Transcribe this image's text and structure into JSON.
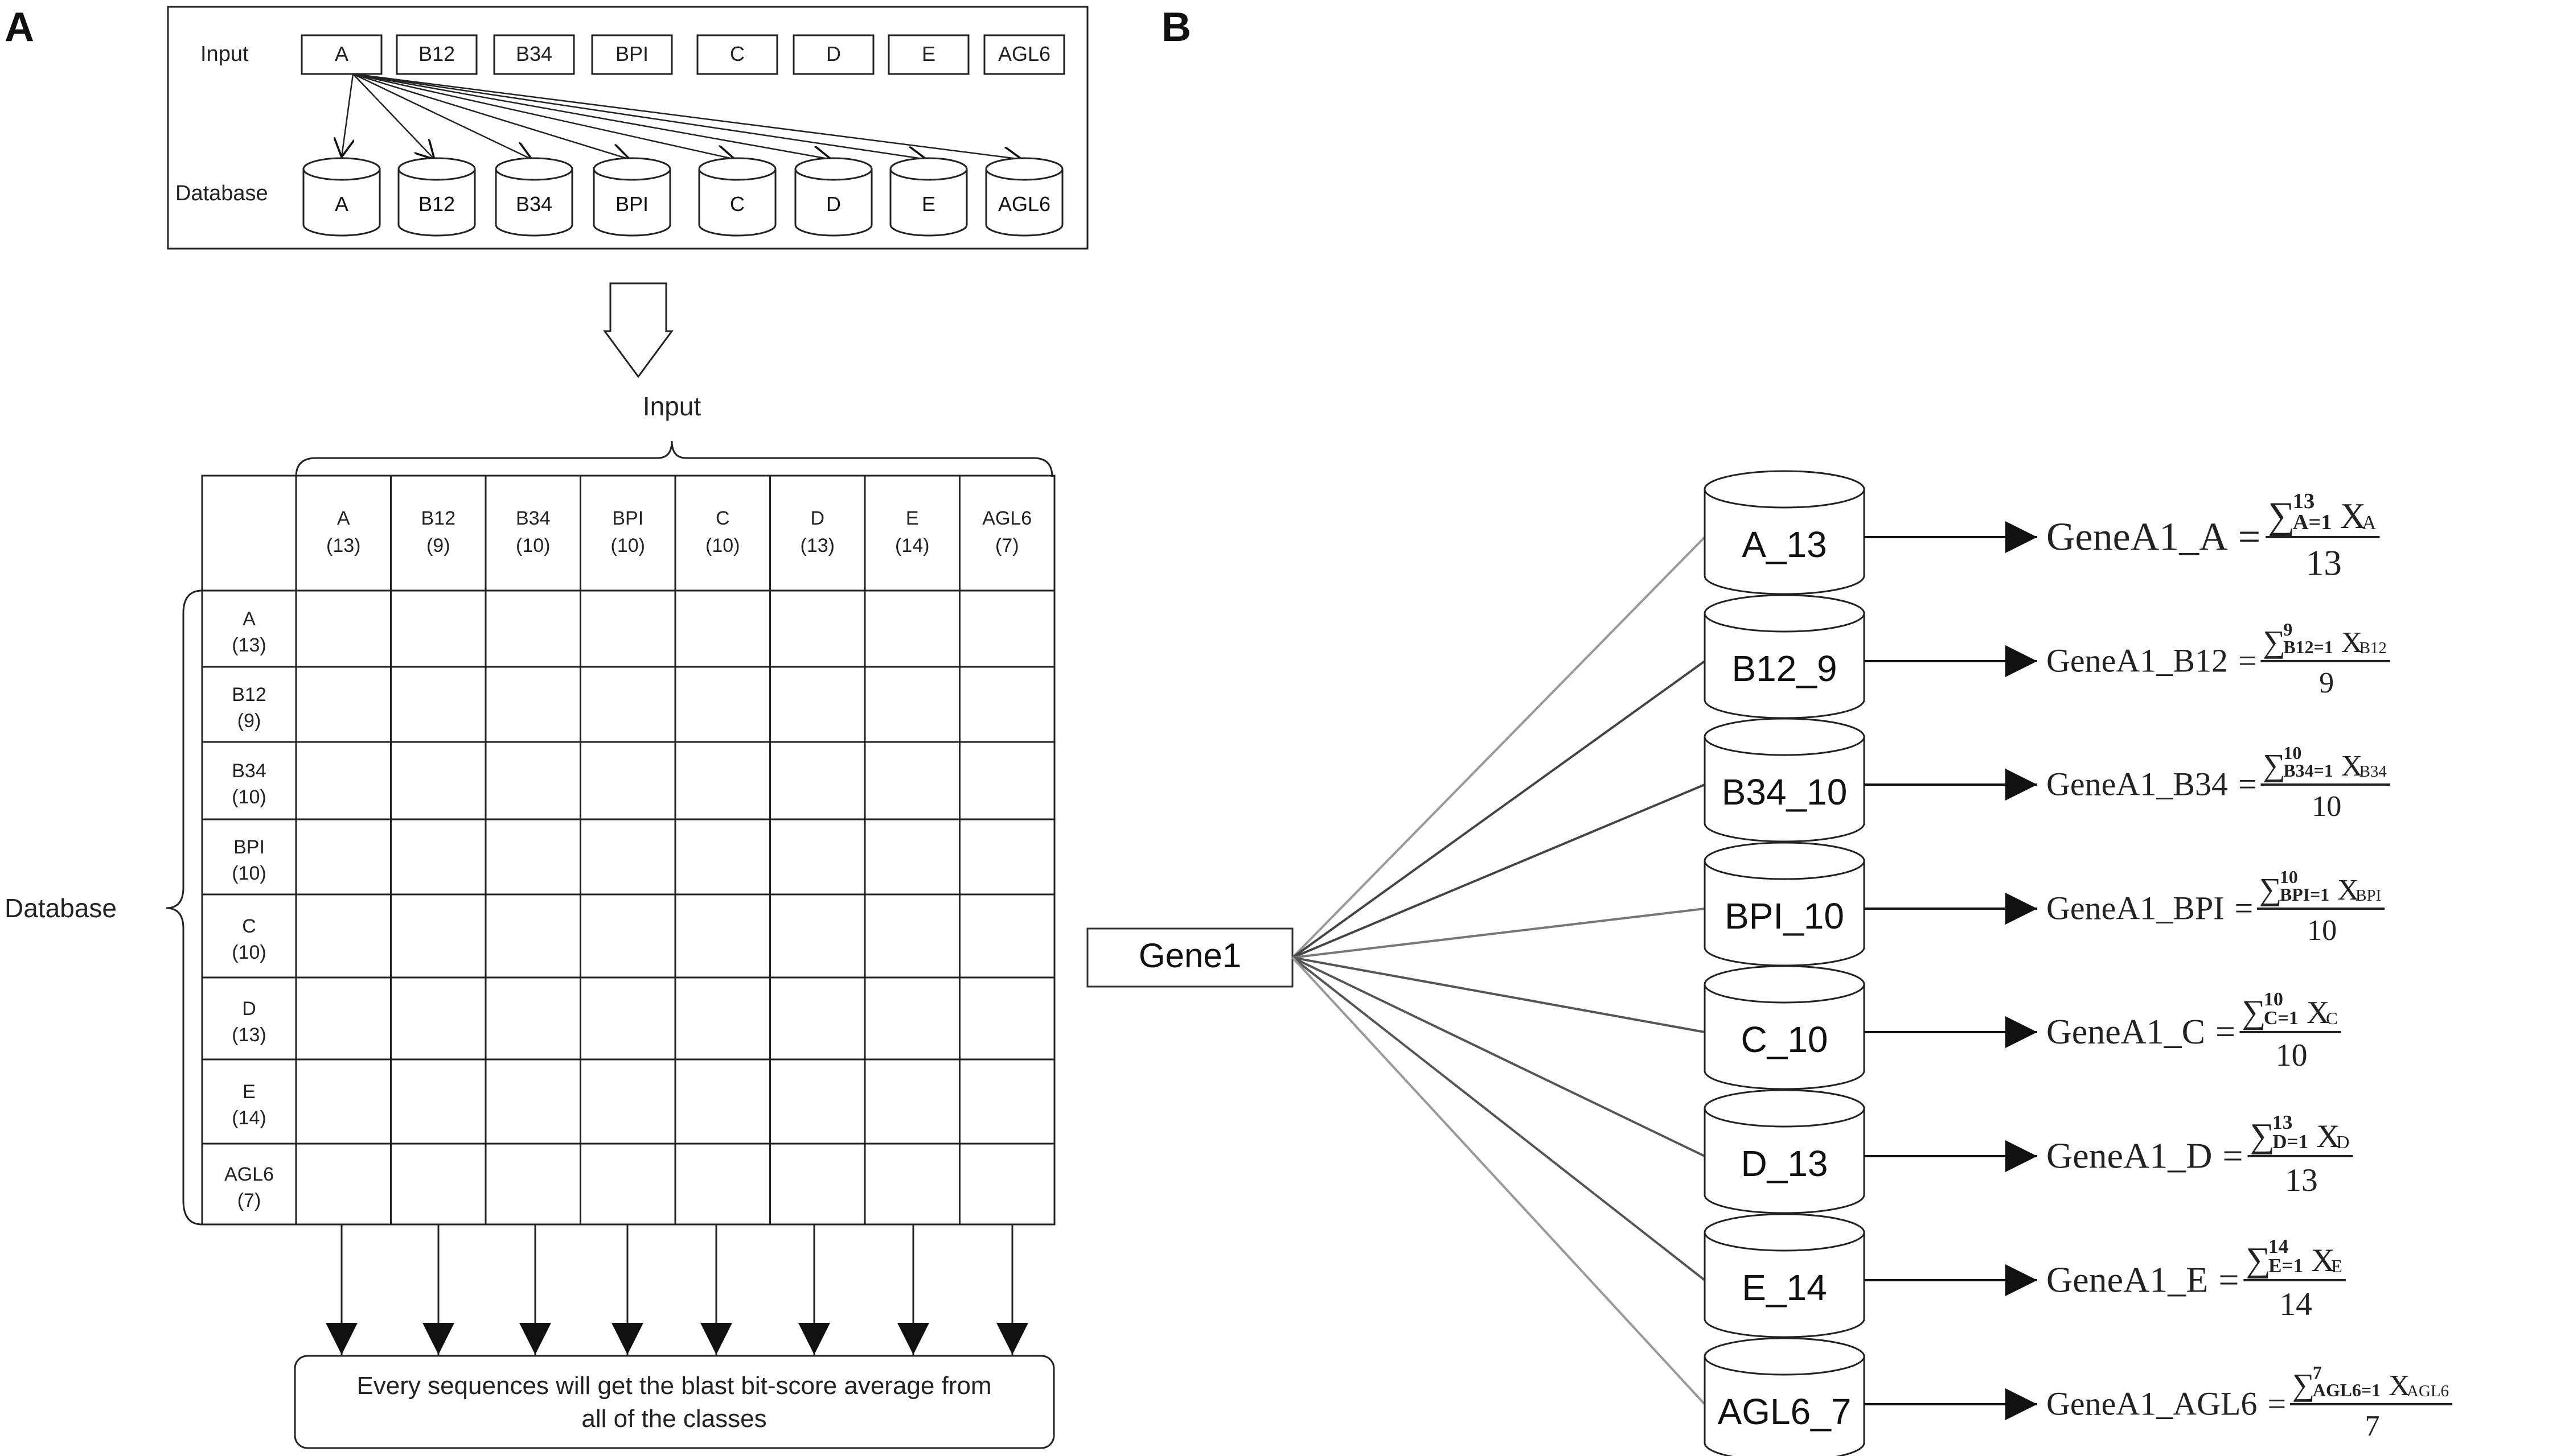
{
  "panels": {
    "a": "A",
    "b": "B"
  },
  "panel_a": {
    "top": {
      "input_label": "Input",
      "database_label": "Database",
      "classes": [
        "A",
        "B12",
        "B34",
        "BPI",
        "C",
        "D",
        "E",
        "AGL6"
      ]
    },
    "matrix": {
      "input_label": "Input",
      "database_label": "Database",
      "headers": [
        {
          "name": "A",
          "count": "(13)"
        },
        {
          "name": "B12",
          "count": "(9)"
        },
        {
          "name": "B34",
          "count": "(10)"
        },
        {
          "name": "BPI",
          "count": "(10)"
        },
        {
          "name": "C",
          "count": "(10)"
        },
        {
          "name": "D",
          "count": "(13)"
        },
        {
          "name": "E",
          "count": "(14)"
        },
        {
          "name": "AGL6",
          "count": "(7)"
        }
      ]
    },
    "summary": {
      "line1": "Every sequences will get the blast bit-score average from",
      "line2": "all of the classes"
    }
  },
  "panel_b": {
    "gene": "Gene1",
    "databases": [
      {
        "label": "A_13",
        "lhs": "GeneA1_A",
        "sub": "A=1",
        "sup": "13",
        "x": "X",
        "xsub": "A",
        "den": "13"
      },
      {
        "label": "B12_9",
        "lhs": "GeneA1_B12",
        "sub": "B12=1",
        "sup": "9",
        "x": "X",
        "xsub": "B12",
        "den": "9"
      },
      {
        "label": "B34_10",
        "lhs": "GeneA1_B34",
        "sub": "B34=1",
        "sup": "10",
        "x": "X",
        "xsub": "B34",
        "den": "10"
      },
      {
        "label": "BPI_10",
        "lhs": "GeneA1_BPI",
        "sub": "BPI=1",
        "sup": "10",
        "x": "X",
        "xsub": "BPI",
        "den": "10"
      },
      {
        "label": "C_10",
        "lhs": "GeneA1_C",
        "sub": "C=1",
        "sup": "10",
        "x": "X",
        "xsub": "C",
        "den": "10"
      },
      {
        "label": "D_13",
        "lhs": "GeneA1_D",
        "sub": "D=1",
        "sup": "13",
        "x": "X",
        "xsub": "D",
        "den": "13"
      },
      {
        "label": "E_14",
        "lhs": "GeneA1_E",
        "sub": "E=1",
        "sup": "14",
        "x": "X",
        "xsub": "E",
        "den": "14"
      },
      {
        "label": "AGL6_7",
        "lhs": "GeneA1_AGL6",
        "sub": "AGL6=1",
        "sup": "7",
        "x": "X",
        "xsub": "AGL6",
        "den": "7"
      }
    ],
    "equals": "=",
    "sigma": "∑"
  }
}
